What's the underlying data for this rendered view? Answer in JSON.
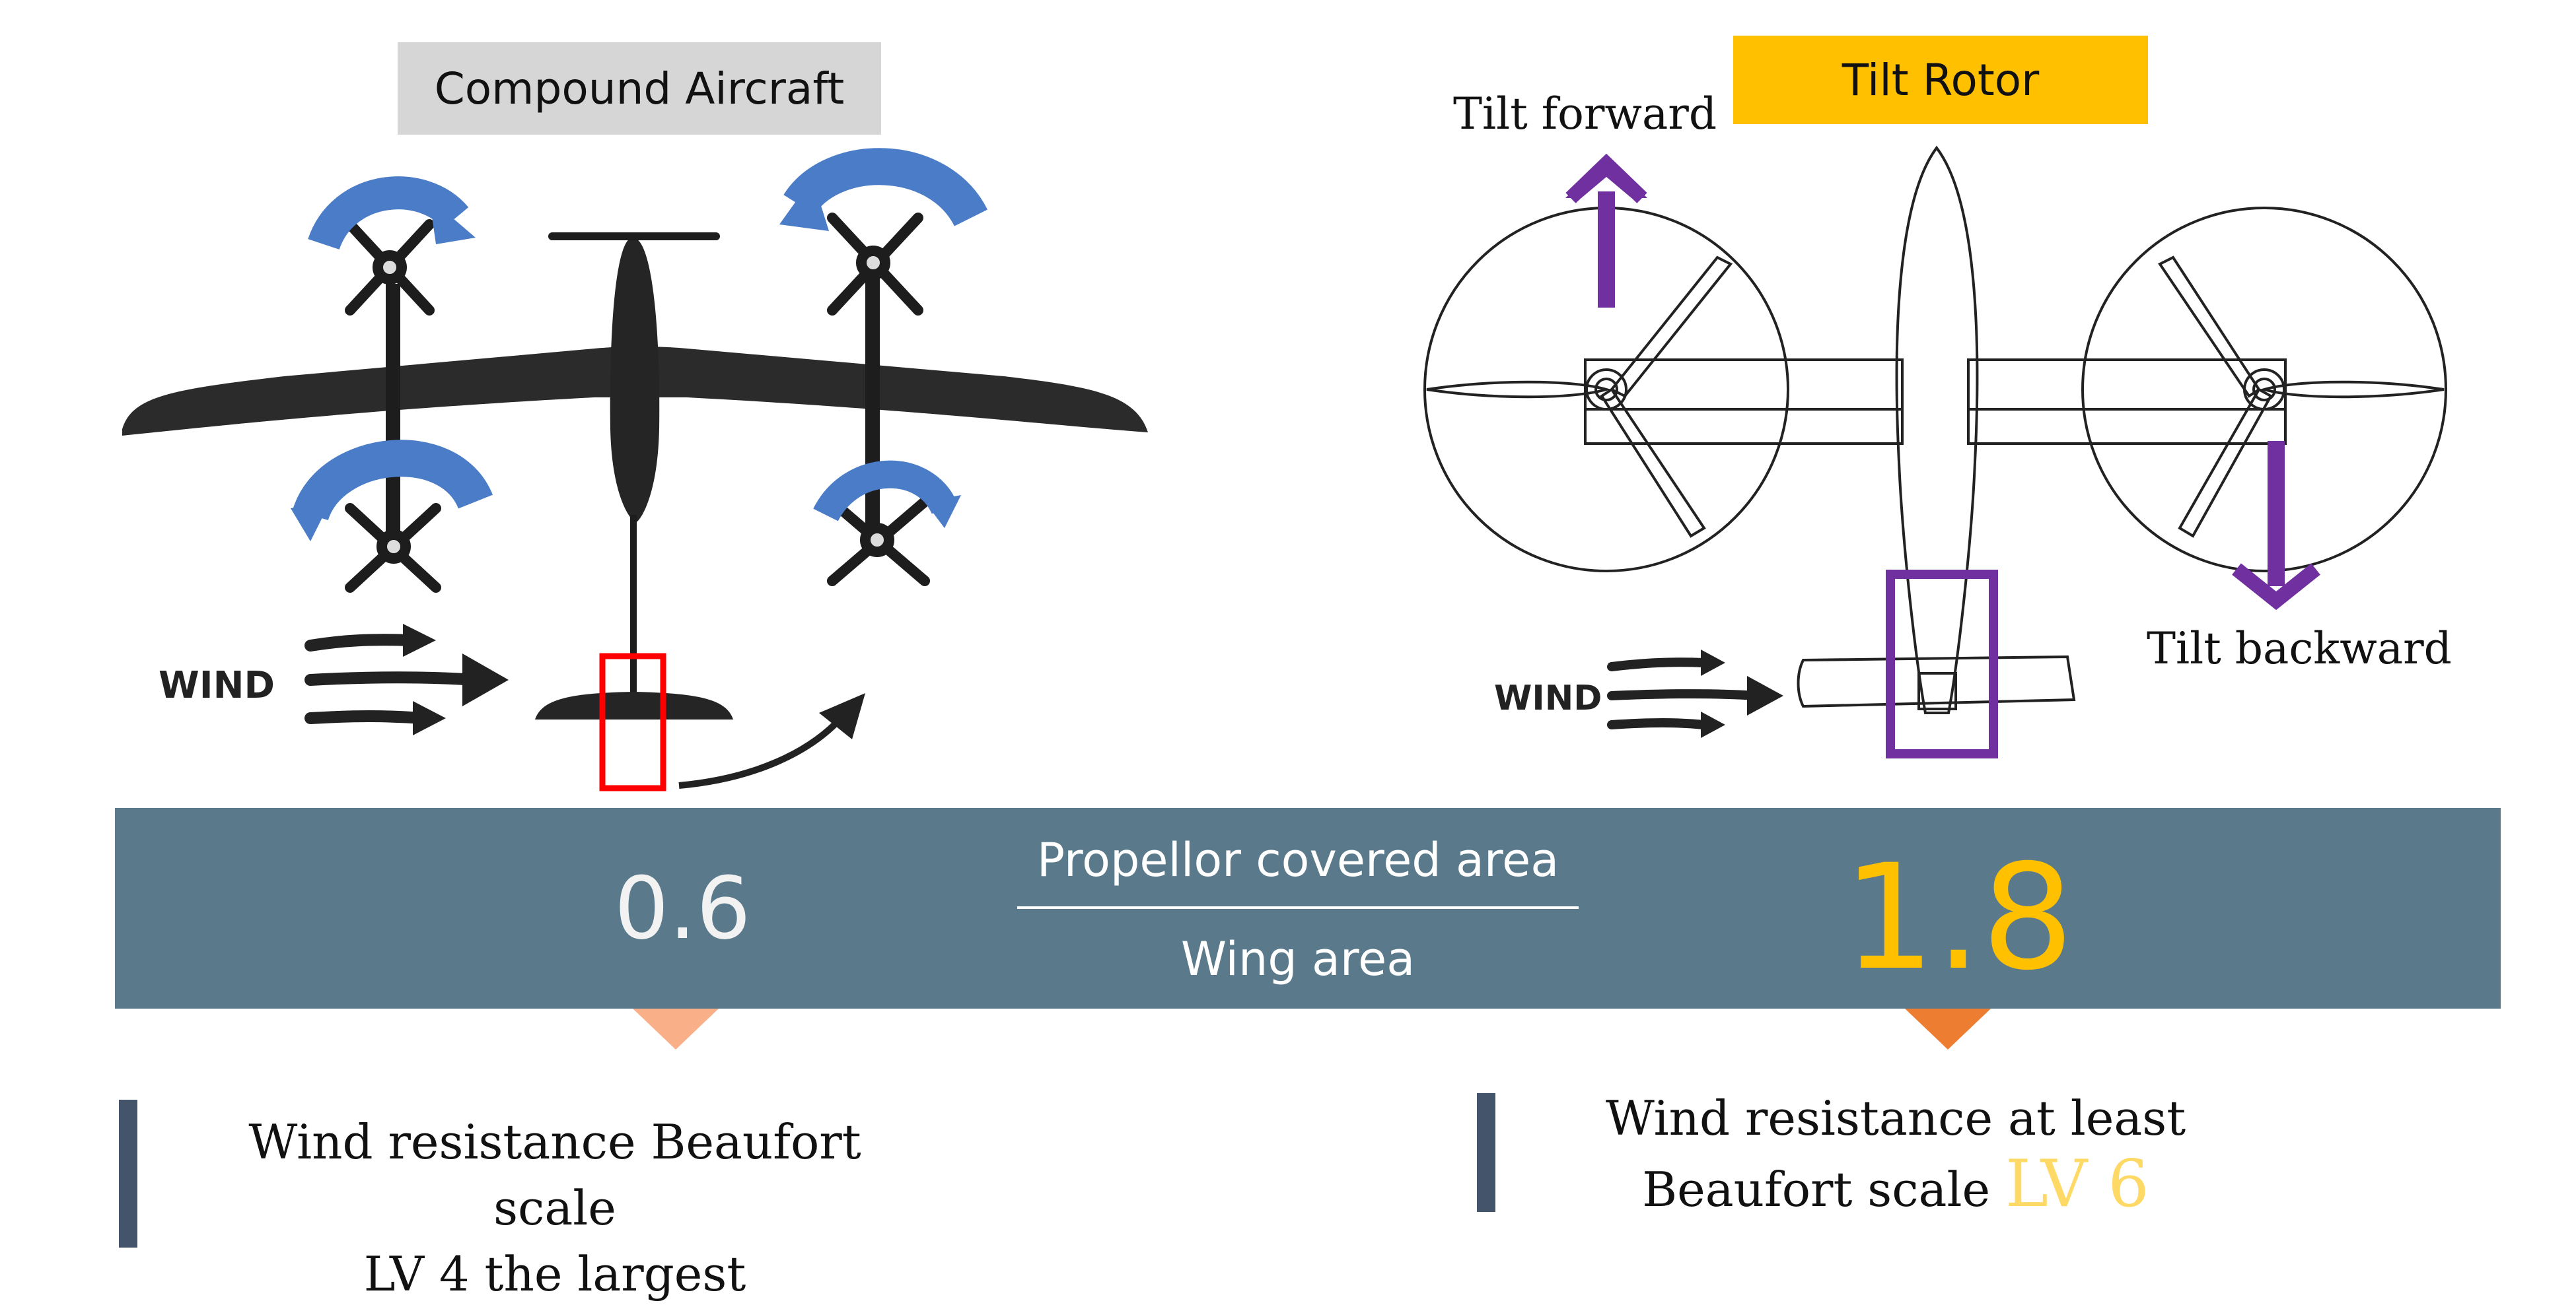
{
  "labels": {
    "compound": "Compound Aircraft",
    "tilt_rotor": "Tilt Rotor",
    "tilt_forward": "Tilt forward",
    "tilt_backward": "Tilt backward",
    "wind_left": "WIND",
    "wind_right": "WIND"
  },
  "ratio": {
    "numerator": "Propellor covered area",
    "denominator": "Wing area",
    "compound_value": "0.6",
    "tilt_value": "1.8"
  },
  "descriptions": {
    "left_line1": "Wind resistance Beaufort scale",
    "left_line2": "LV 4 the largest",
    "right_line1": "Wind resistance at least",
    "right_line2_prefix": "Beaufort scale ",
    "right_line2_highlight": "LV 6"
  },
  "colors": {
    "band": "#5a7a8b",
    "tilt_accent": "#ffc000",
    "rotation_arrow": "#4a7cc7",
    "highlight_red": "#ff0000",
    "highlight_purple": "#7030a0",
    "pointer_light": "#f9b089",
    "pointer_dark": "#ed7d31"
  }
}
